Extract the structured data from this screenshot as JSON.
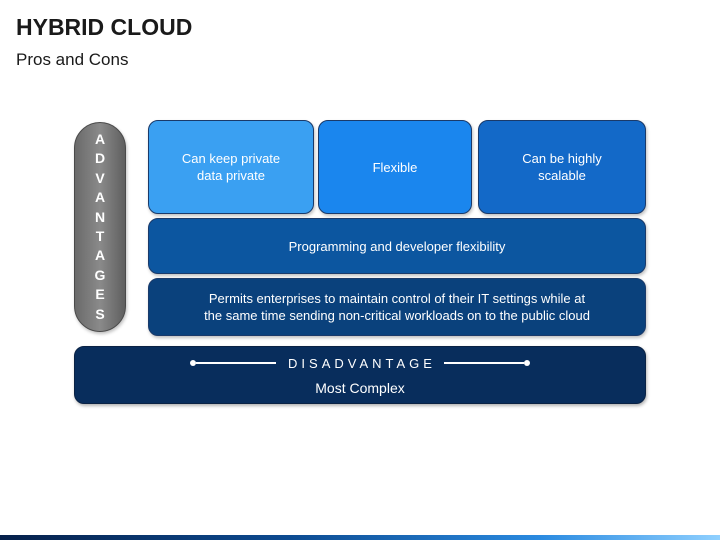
{
  "header": {
    "title": "HYBRID CLOUD",
    "subtitle": "Pros and Cons"
  },
  "advantages": {
    "letters": [
      "A",
      "D",
      "V",
      "A",
      "N",
      "T",
      "A",
      "G",
      "E",
      "S"
    ],
    "top_boxes": [
      {
        "line1": "Can keep private",
        "line2": "data private"
      },
      {
        "line1": "Flexible",
        "line2": ""
      },
      {
        "line1": "Can be highly",
        "line2": "scalable"
      }
    ],
    "row1": "Programming and developer flexibility",
    "row2_line1": "Permits enterprises to maintain control of their IT settings while at",
    "row2_line2": "the same time sending non-critical workloads on to the public cloud"
  },
  "disadvantage": {
    "label": "DISADVANTAGE",
    "text": "Most Complex"
  },
  "colors": {
    "box_light": "#3aa0f2",
    "box_mid": "#1a86ee",
    "box_dark": "#1369c8",
    "row1": "#0c56a0",
    "row2": "#0a417c",
    "disadvantage_bg": "#082d5c",
    "pill": "#7a7a7a"
  }
}
